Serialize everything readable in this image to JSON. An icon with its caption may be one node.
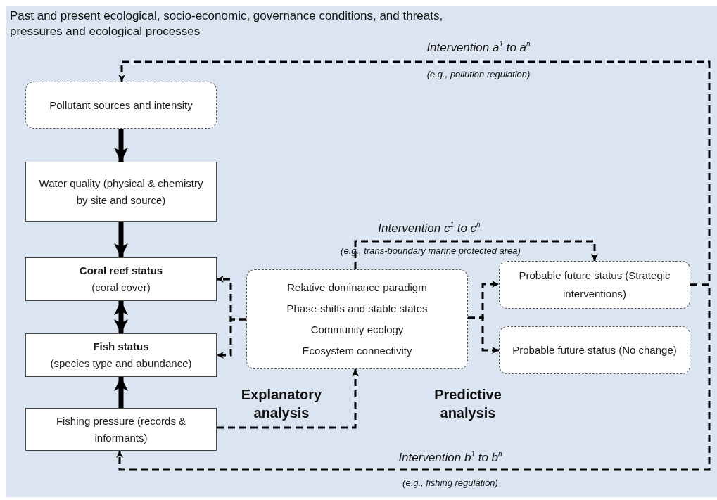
{
  "diagram": {
    "title": "Past and present ecological, socio-economic, governance conditions, and threats, pressures and ecological processes",
    "nodes": [
      {
        "text": [
          "Pollutant sources and intensity"
        ]
      },
      {
        "text": [
          "Water quality (physical & chemistry by site and source)"
        ]
      },
      {
        "text": [
          "**Coral reef status**",
          "(coral cover)"
        ]
      },
      {
        "text": [
          "**Fish status**",
          "(species type and abundance)"
        ]
      },
      {
        "text": [
          "Fishing pressure (records & informants)"
        ]
      },
      {
        "text": [
          "Relative dominance paradigm",
          "Phase-shifts and stable states",
          "Community ecology",
          "Ecosystem connectivity"
        ]
      },
      {
        "text": [
          "Probable future status (Strategic interventions)"
        ]
      },
      {
        "text": [
          "Probable future status (No change)"
        ]
      }
    ],
    "edges": [
      {
        "from": 0,
        "to": 1,
        "arrow": "to",
        "style": "thick"
      },
      {
        "from": 1,
        "to": 2,
        "arrow": "to",
        "style": "thick"
      },
      {
        "from": 2,
        "to": 3,
        "arrow": "both",
        "style": "thick"
      },
      {
        "from": 4,
        "to": 3,
        "arrow": "to",
        "style": "thick"
      },
      {
        "from": 5,
        "to": 2,
        "arrow": "to",
        "style": "dashed"
      },
      {
        "from": 5,
        "to": 3,
        "arrow": "to",
        "style": "dashed"
      },
      {
        "from": 4,
        "to": 5,
        "arrow": "to",
        "style": "dashed"
      },
      {
        "from": 5,
        "to": 6,
        "arrow": "to",
        "style": "dashed"
      },
      {
        "from": 5,
        "to": 7,
        "arrow": "to",
        "style": "dashed"
      },
      {
        "from": 5,
        "to": 6,
        "arrow": "to",
        "style": "dashed",
        "label": "Intervention c$^{1}$ to c$^{n}$"
      },
      {
        "from": 6,
        "to": 0,
        "arrow": "to",
        "style": "dashed",
        "label": "Intervention a$^{1}$ to a$^{n}$"
      },
      {
        "from": 6,
        "to": 4,
        "arrow": "to",
        "style": "dashed",
        "label": "Intervention b$^{1}$ to b$^{n}$"
      }
    ],
    "labels": [
      "(e.g., pollution regulation)",
      "(e.g., trans-boundary marine protected area)",
      "Explanatory analysis",
      "Predictive analysis",
      "(e.g., fishing regulation)"
    ]
  }
}
